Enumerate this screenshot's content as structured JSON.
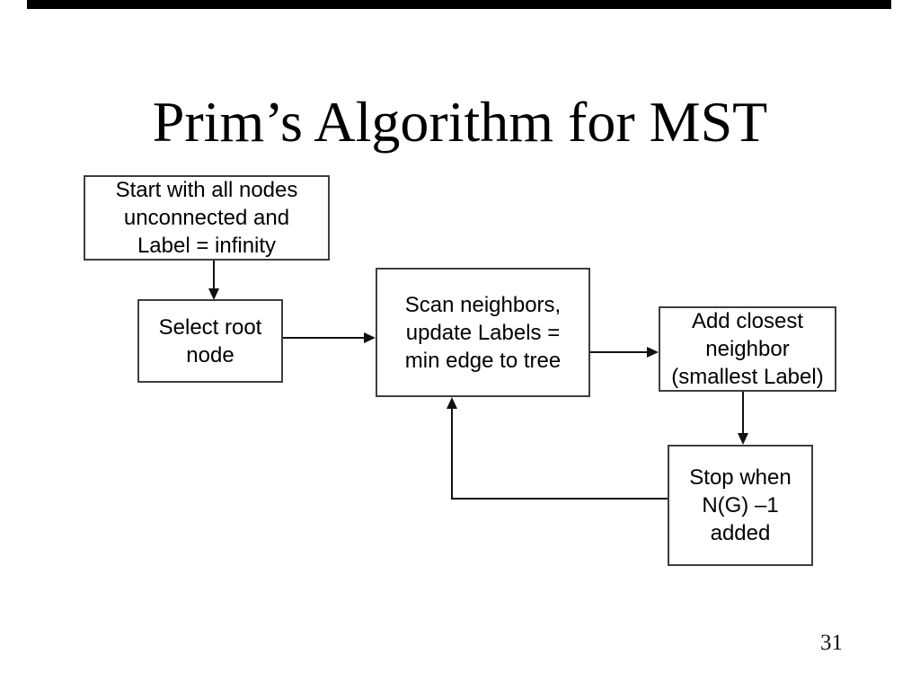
{
  "slide": {
    "title": "Prim’s Algorithm for MST",
    "page_number": "31",
    "flowchart": {
      "boxes": [
        {
          "id": "start",
          "text": "Start with all nodes\nunconnected and\nLabel = infinity"
        },
        {
          "id": "select-root",
          "text": "Select root\nnode"
        },
        {
          "id": "scan-neighbors",
          "text": "Scan neighbors,\nupdate Labels =\nmin edge to tree"
        },
        {
          "id": "add-closest",
          "text": "Add closest\nneighbor\n(smallest Label)"
        },
        {
          "id": "stop",
          "text": "Stop when\nN(G) –1\nadded"
        }
      ],
      "connections": [
        {
          "from": "start",
          "to": "select-root"
        },
        {
          "from": "select-root",
          "to": "scan-neighbors"
        },
        {
          "from": "scan-neighbors",
          "to": "add-closest"
        },
        {
          "from": "add-closest",
          "to": "stop"
        },
        {
          "from": "stop",
          "to": "scan-neighbors"
        }
      ]
    },
    "colors": {
      "background": "#ffffff",
      "box_border": "#3e3e3e",
      "box_fill": "#ffffff",
      "text": "#000000",
      "arrow": "#111111",
      "top_edge": "#000000"
    }
  }
}
